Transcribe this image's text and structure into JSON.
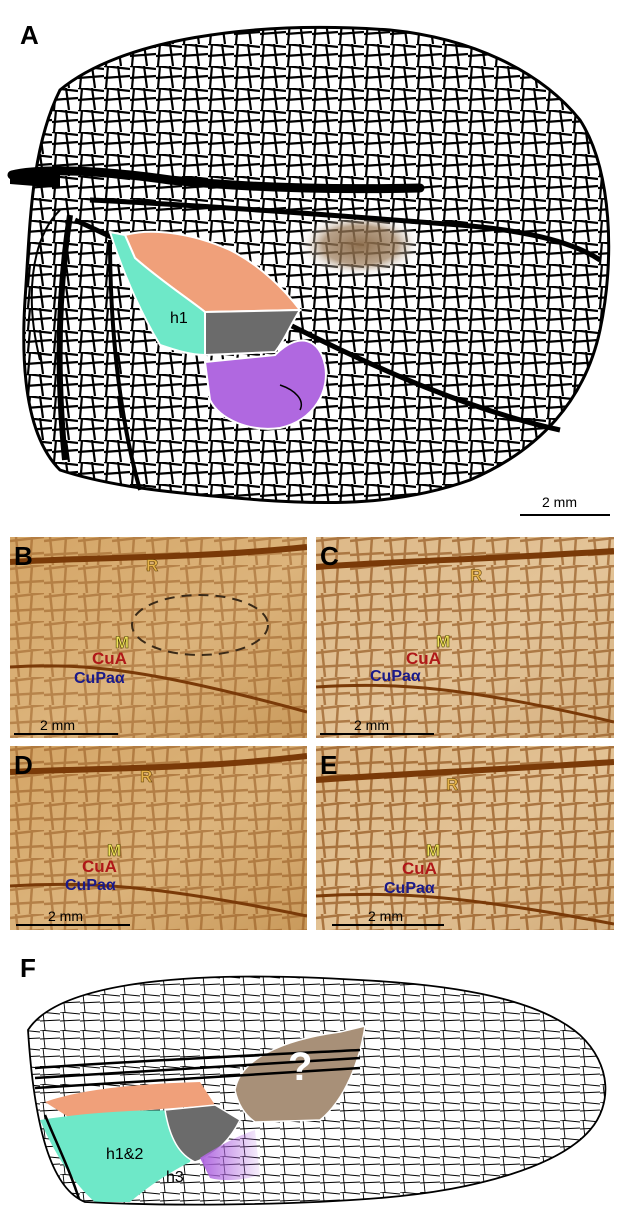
{
  "panels": {
    "a": {
      "label": "A",
      "region_label": "h1",
      "scale": "2 mm"
    },
    "b": {
      "label": "B",
      "veins": {
        "r": "R",
        "m": "M",
        "cua": "CuA",
        "cupa": "CuPaα"
      },
      "scale": "2 mm"
    },
    "c": {
      "label": "C",
      "veins": {
        "r": "R",
        "m": "M",
        "cua": "CuA",
        "cupa": "CuPaα"
      },
      "scale": "2 mm"
    },
    "d": {
      "label": "D",
      "veins": {
        "r": "R",
        "m": "M",
        "cua": "CuA",
        "cupa": "CuPaα"
      },
      "scale": "2 mm"
    },
    "e": {
      "label": "E",
      "veins": {
        "r": "R",
        "m": "M",
        "cua": "CuA",
        "cupa": "CuPaα"
      },
      "scale": "2 mm"
    },
    "f": {
      "label": "F",
      "region_labels": {
        "h12": "h1&2",
        "h3": "h3",
        "unknown": "?"
      }
    }
  },
  "colors": {
    "salmon": "#f0a07a",
    "turquoise": "#6ee8c8",
    "dark_gray": "#6b6b6b",
    "violet": "#b068e0",
    "brown_spot": "#8a6a48",
    "photo_tan": "#d6ab72",
    "vein_brown": "#8a4a12"
  }
}
